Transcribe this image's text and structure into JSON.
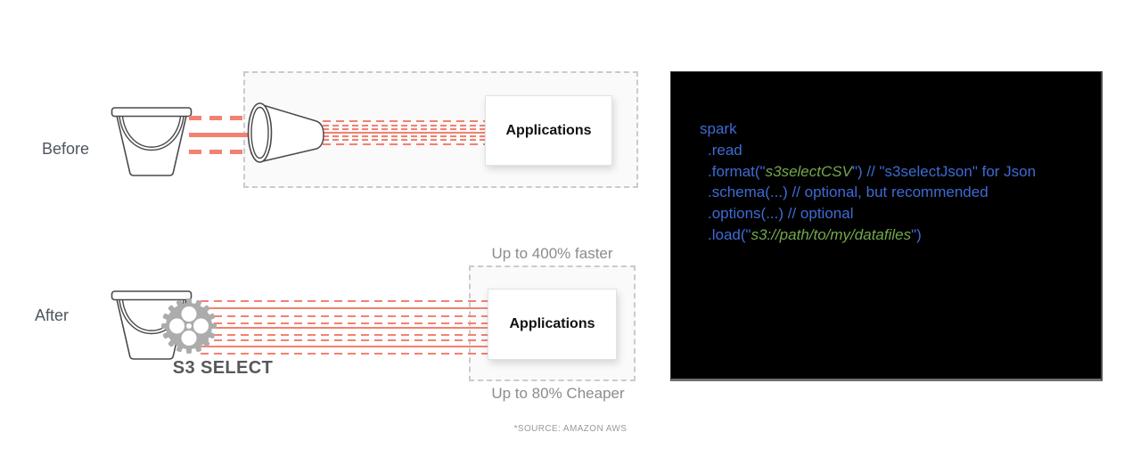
{
  "colors": {
    "stream": "#f28170",
    "code_blue": "#3e6bd3",
    "code_green": "#73a94e",
    "code_bg": "#000000",
    "gear": "#acacac",
    "outline": "#4a4a4a"
  },
  "diagram": {
    "before": {
      "label": "Before",
      "applications_label": "Applications"
    },
    "after": {
      "label": "After",
      "s3_select_label": "S3 SELECT",
      "applications_label": "Applications",
      "faster_note": "Up to 400% faster",
      "cheaper_note": "Up to 80% Cheaper"
    },
    "source_note": "*SOURCE: AMAZON AWS"
  },
  "code_block": {
    "lines": [
      [
        {
          "t": "spark",
          "c": "blue"
        }
      ],
      [
        {
          "t": ".read",
          "c": "blue"
        }
      ],
      [
        {
          "t": ".format(\"",
          "c": "blue"
        },
        {
          "t": "s3selectCSV",
          "c": "green"
        },
        {
          "t": "\") // \"s3selectJson\" for Json",
          "c": "blue"
        }
      ],
      [
        {
          "t": ".schema(...) // optional, but recommended",
          "c": "blue"
        }
      ],
      [
        {
          "t": ".options(...) // optional",
          "c": "blue"
        }
      ],
      [
        {
          "t": ".load(\"",
          "c": "blue"
        },
        {
          "t": "s3://path/to/my/datafiles",
          "c": "green"
        },
        {
          "t": "\")",
          "c": "blue"
        }
      ]
    ]
  }
}
